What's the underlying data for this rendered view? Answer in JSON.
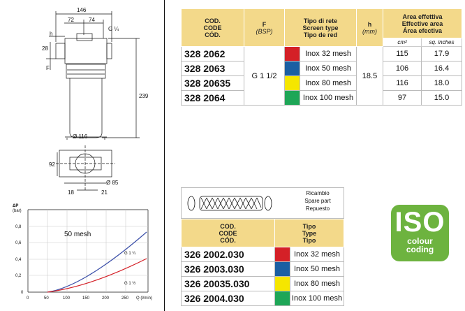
{
  "drawing": {
    "dims": [
      "146",
      "72",
      "74",
      "G ¼",
      "h",
      "28",
      "F",
      "239",
      "Ø 116",
      "92",
      "Ø 85",
      "18",
      "21"
    ],
    "graph": {
      "ylabel": "ΔP",
      "yunit": "(bar)",
      "yticks": [
        "0,8",
        "0,6",
        "0,4",
        "0,2",
        "0"
      ],
      "xticks": [
        "0",
        "50",
        "100",
        "150",
        "200",
        "250"
      ],
      "xlabel": "Q (l/min)",
      "label_mesh": "50 mesh",
      "label_g14": "G 1 ¼",
      "label_g112": "G 1 ½"
    }
  },
  "table1": {
    "headers": {
      "cod": [
        "COD.",
        "CODE",
        "CÓD."
      ],
      "f": [
        "F",
        "(BSP)"
      ],
      "tipo": [
        "Tipo di rete",
        "Screen type",
        "Tipo de red"
      ],
      "h": [
        "h",
        "(mm)"
      ],
      "area": [
        "Area effettiva",
        "Effective area",
        "Área efectiva"
      ],
      "area_cm": "cm²",
      "area_in": "sq. inches"
    },
    "thread": "G 1 1/2",
    "h_value": "18.5",
    "rows": [
      {
        "code": "328 2062",
        "mesh": "Inox 32 mesh",
        "cm": "115",
        "in": "17.9"
      },
      {
        "code": "328 2063",
        "mesh": "Inox 50 mesh",
        "cm": "106",
        "in": "16.4"
      },
      {
        "code": "328 20635",
        "mesh": "Inox 80 mesh",
        "cm": "116",
        "in": "18.0"
      },
      {
        "code": "328 2064",
        "mesh": "Inox 100 mesh",
        "cm": "97",
        "in": "15.0"
      }
    ]
  },
  "spare": {
    "line1": "Ricambio",
    "line2": "Spare part",
    "line3": "Repuesto"
  },
  "table2": {
    "headers": {
      "cod": [
        "COD.",
        "CODE",
        "CÓD."
      ],
      "tipo": [
        "Tipo",
        "Type",
        "Tipo"
      ]
    },
    "rows": [
      {
        "code": "326 2002.030",
        "mesh": "Inox 32 mesh"
      },
      {
        "code": "326 2003.030",
        "mesh": "Inox 50 mesh"
      },
      {
        "code": "326 20035.030",
        "mesh": "Inox 80 mesh"
      },
      {
        "code": "326 2004.030",
        "mesh": "Inox 100 mesh"
      }
    ]
  },
  "colors": {
    "red": "#d42027",
    "blue": "#1b5fa3",
    "yellow": "#f5e600",
    "green": "#1ea657",
    "header": "#f3d98a",
    "iso": "#6db33f"
  },
  "iso": {
    "big": "ISO",
    "line1": "colour",
    "line2": "coding"
  }
}
